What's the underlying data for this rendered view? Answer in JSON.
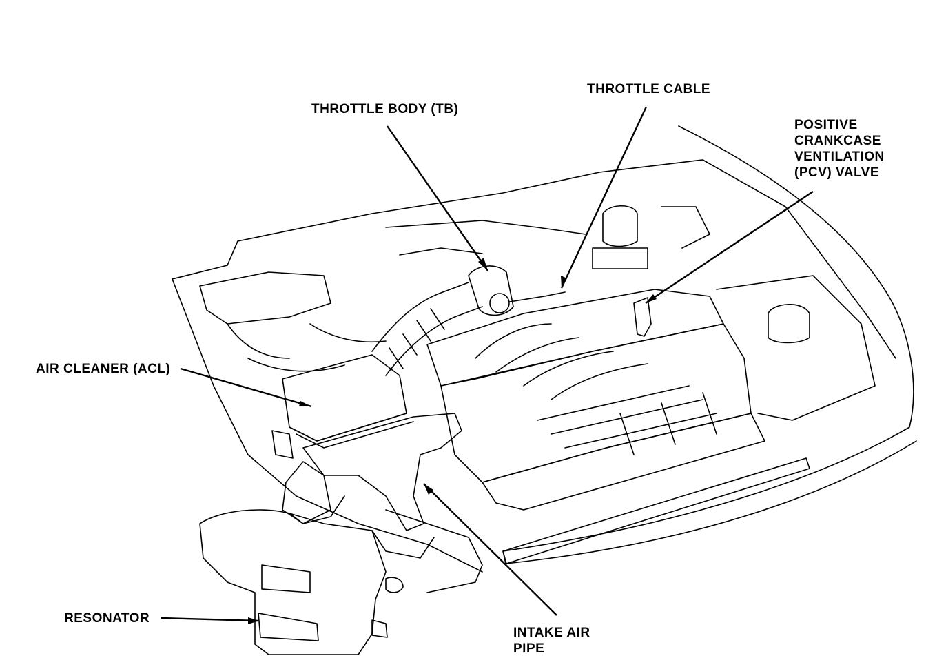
{
  "labels": {
    "throttle_body": "THROTTLE BODY (TB)",
    "throttle_cable": "THROTTLE CABLE",
    "pcv_valve": [
      "POSITIVE",
      "CRANKCASE",
      "VENTILATION",
      "(PCV) VALVE"
    ],
    "air_cleaner": "AIR CLEANER (ACL)",
    "resonator": "RESONATOR",
    "intake_air_pipe": [
      "INTAKE AIR",
      "PIPE"
    ]
  }
}
